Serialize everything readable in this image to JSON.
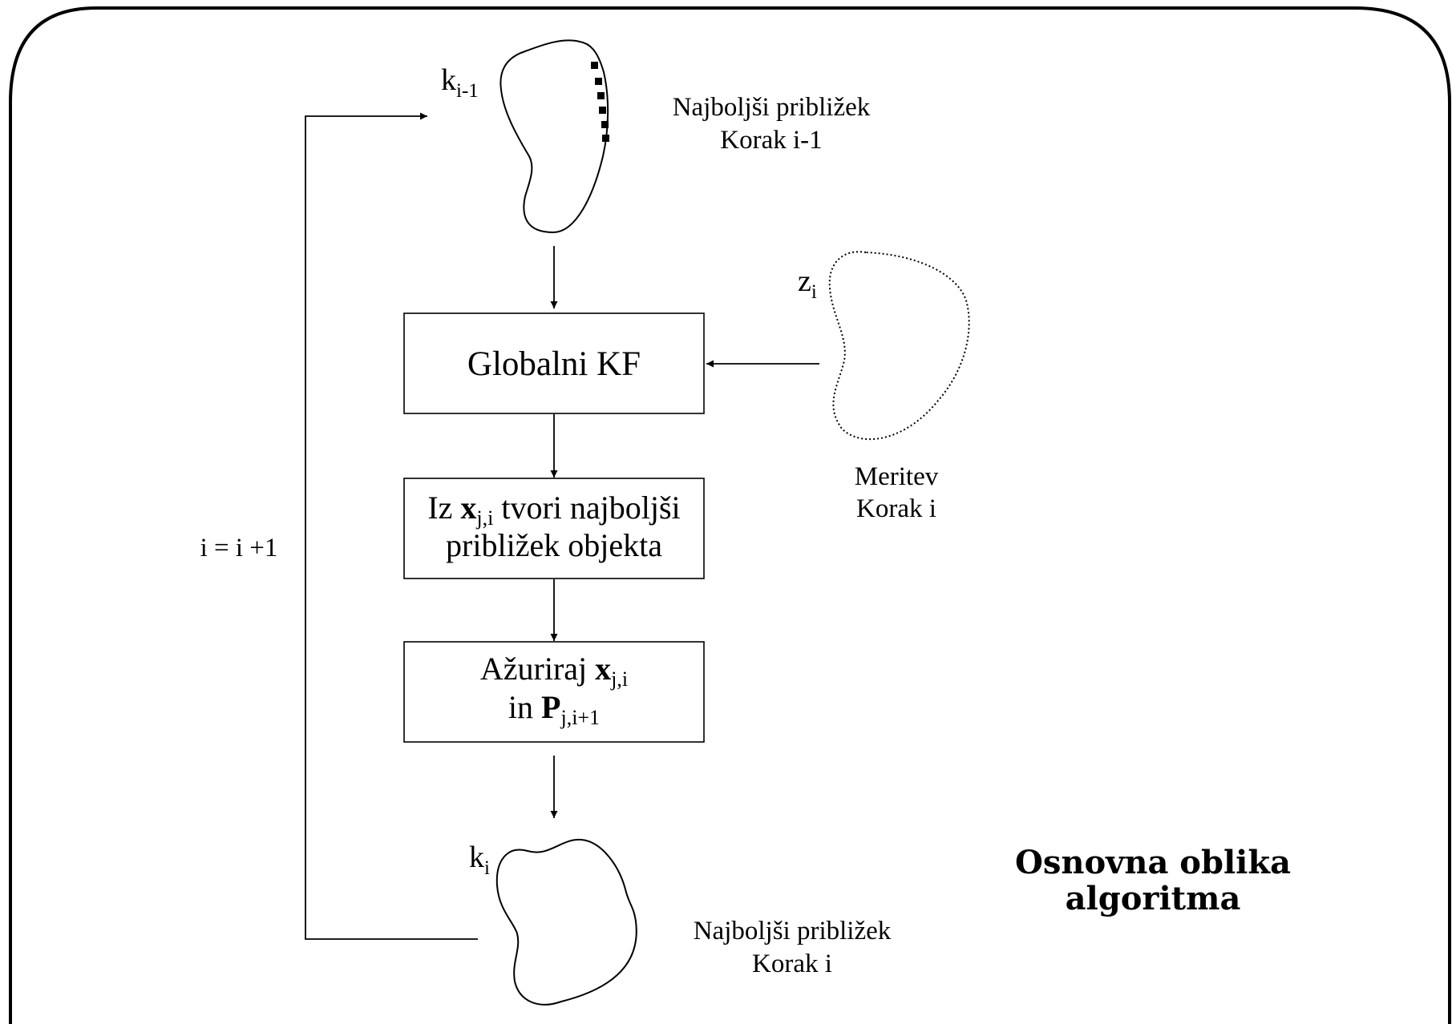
{
  "top_shape": {
    "label": "k",
    "sub": "i-1",
    "caption_line1": "Najboljši približek",
    "caption_line2": "Korak i-1"
  },
  "measurement": {
    "label": "z",
    "sub": "i",
    "caption_line1": "Meritev",
    "caption_line2": "Korak i"
  },
  "box1": {
    "text": "Globalni KF"
  },
  "box2": {
    "line1_prefix": "Iz ",
    "line1_bold": "x",
    "line1_sub": "j,i",
    "line1_suffix": " tvori najboljši",
    "line2": "približek objekta"
  },
  "box3": {
    "line1_prefix": "Ažuriraj ",
    "line1_bold": "x",
    "line1_sub": "j,i",
    "line2_prefix": "in ",
    "line2_bold": "P",
    "line2_sub": "j,i+1"
  },
  "bottom_shape": {
    "label": "k",
    "sub": "i",
    "caption_line1": "Najboljši približek",
    "caption_line2": "Korak i"
  },
  "loop_label": "i = i +1",
  "title_line1": "Osnovna oblika",
  "title_line2": "algoritma"
}
